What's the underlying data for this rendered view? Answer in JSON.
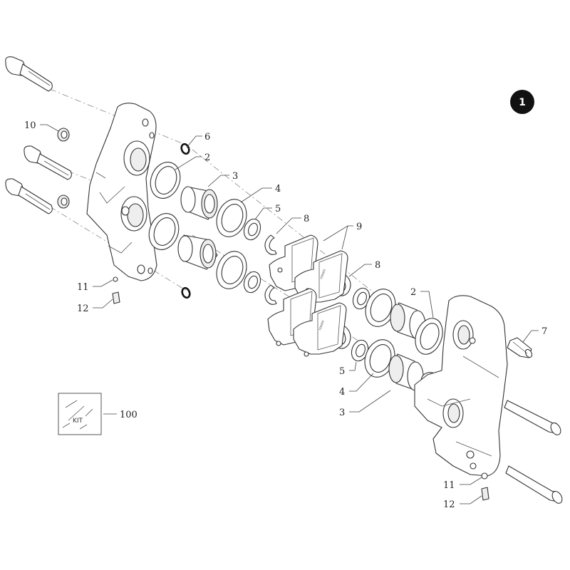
{
  "diagram": {
    "badge": "1",
    "kit_label": "KIT",
    "pad_marking": "FERODO",
    "callouts": [
      {
        "id": "c6",
        "text": "6"
      },
      {
        "id": "c2a",
        "text": "2"
      },
      {
        "id": "c3a",
        "text": "3"
      },
      {
        "id": "c4a",
        "text": "4"
      },
      {
        "id": "c5a",
        "text": "5"
      },
      {
        "id": "c8a",
        "text": "8"
      },
      {
        "id": "c9",
        "text": "9"
      },
      {
        "id": "c8b",
        "text": "8"
      },
      {
        "id": "c2b",
        "text": "2"
      },
      {
        "id": "c7",
        "text": "7"
      },
      {
        "id": "c5b",
        "text": "5"
      },
      {
        "id": "c4b",
        "text": "4"
      },
      {
        "id": "c3b",
        "text": "3"
      },
      {
        "id": "c10",
        "text": "10"
      },
      {
        "id": "c11a",
        "text": "11"
      },
      {
        "id": "c12a",
        "text": "12"
      },
      {
        "id": "c100",
        "text": "100"
      },
      {
        "id": "c11b",
        "text": "11"
      },
      {
        "id": "c12b",
        "text": "12"
      }
    ]
  }
}
